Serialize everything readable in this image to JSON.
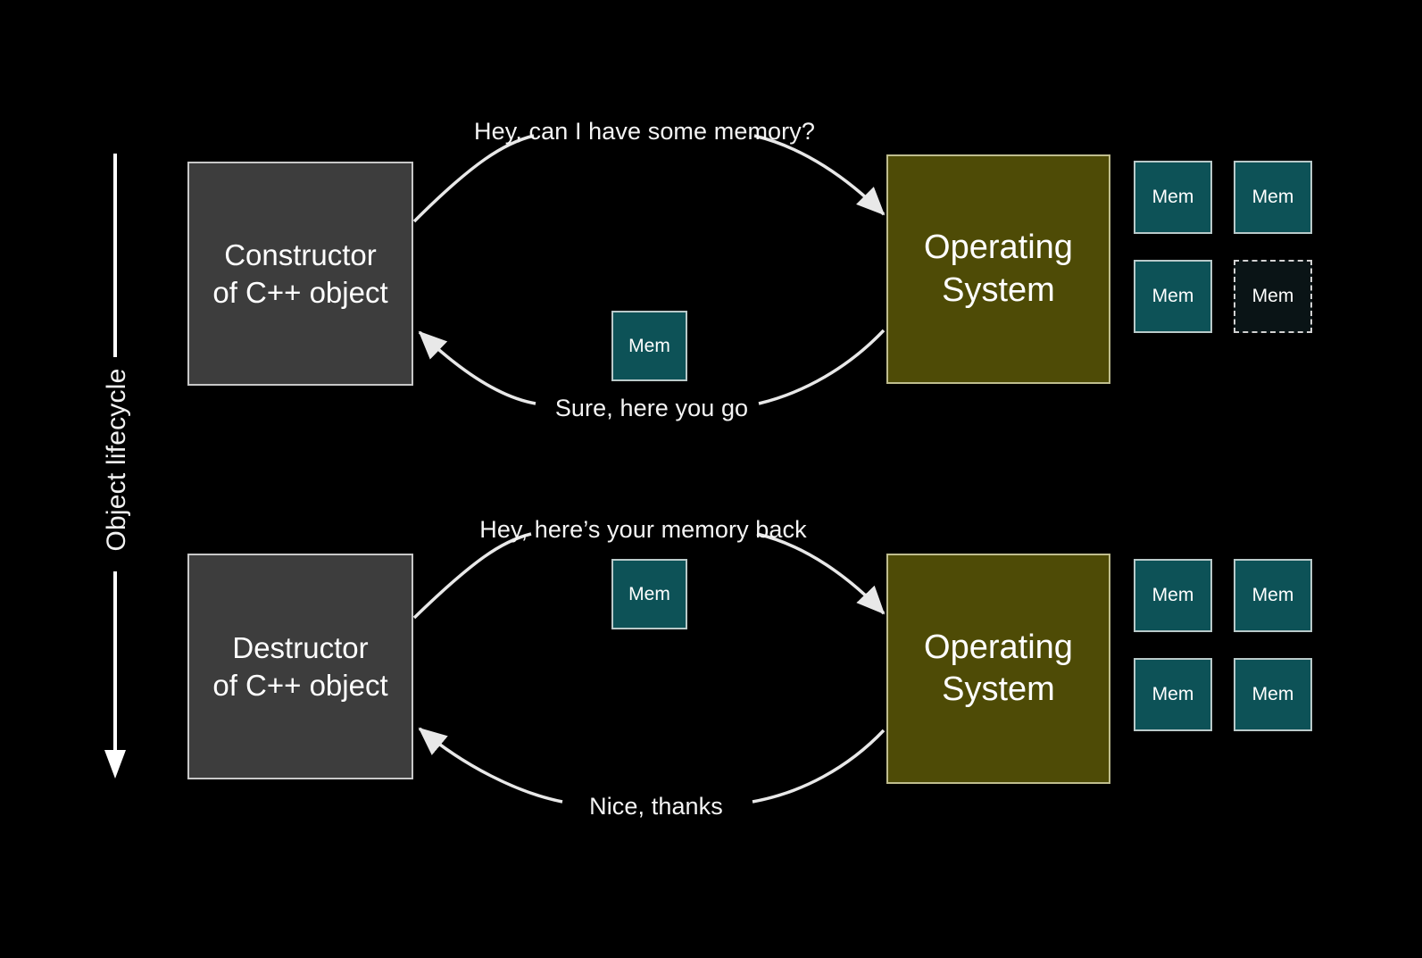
{
  "diagram": {
    "background_color": "#000000",
    "lifecycle": {
      "label": "Object lifecycle",
      "arrow_direction": "down",
      "arrow_color": "#ffffff"
    },
    "colors": {
      "object_box_fill": "#3d3d3d",
      "object_box_border": "#c8c8c8",
      "os_box_fill": "#4e4b06",
      "os_box_border": "#bfbd8e",
      "memory_fill": "#0d5257",
      "memory_border": "#b9c9c9",
      "memory_free_fill": "#0a1416",
      "memory_free_border": "#d2d2d2",
      "arrow_color": "#e8e8e8",
      "text_color": "#ffffff"
    },
    "phases": [
      {
        "id": "construction",
        "left_box": {
          "line1": "Constructor",
          "line2": "of C++ object"
        },
        "right_box": {
          "line1": "Operating",
          "line2": "System"
        },
        "request_message": "Hey, can I have some memory?",
        "reply_message": "Sure, here you go",
        "in_transit_memory": {
          "label": "Mem"
        },
        "memory_pool": [
          {
            "label": "Mem",
            "state": "allocated"
          },
          {
            "label": "Mem",
            "state": "allocated"
          },
          {
            "label": "Mem",
            "state": "allocated"
          },
          {
            "label": "Mem",
            "state": "free"
          }
        ]
      },
      {
        "id": "destruction",
        "left_box": {
          "line1": "Destructor",
          "line2": "of C++ object"
        },
        "right_box": {
          "line1": "Operating",
          "line2": "System"
        },
        "request_message": "Hey, here’s your memory back",
        "reply_message": "Nice, thanks",
        "in_transit_memory": {
          "label": "Mem"
        },
        "memory_pool": [
          {
            "label": "Mem",
            "state": "allocated"
          },
          {
            "label": "Mem",
            "state": "allocated"
          },
          {
            "label": "Mem",
            "state": "allocated"
          },
          {
            "label": "Mem",
            "state": "allocated"
          }
        ]
      }
    ]
  }
}
